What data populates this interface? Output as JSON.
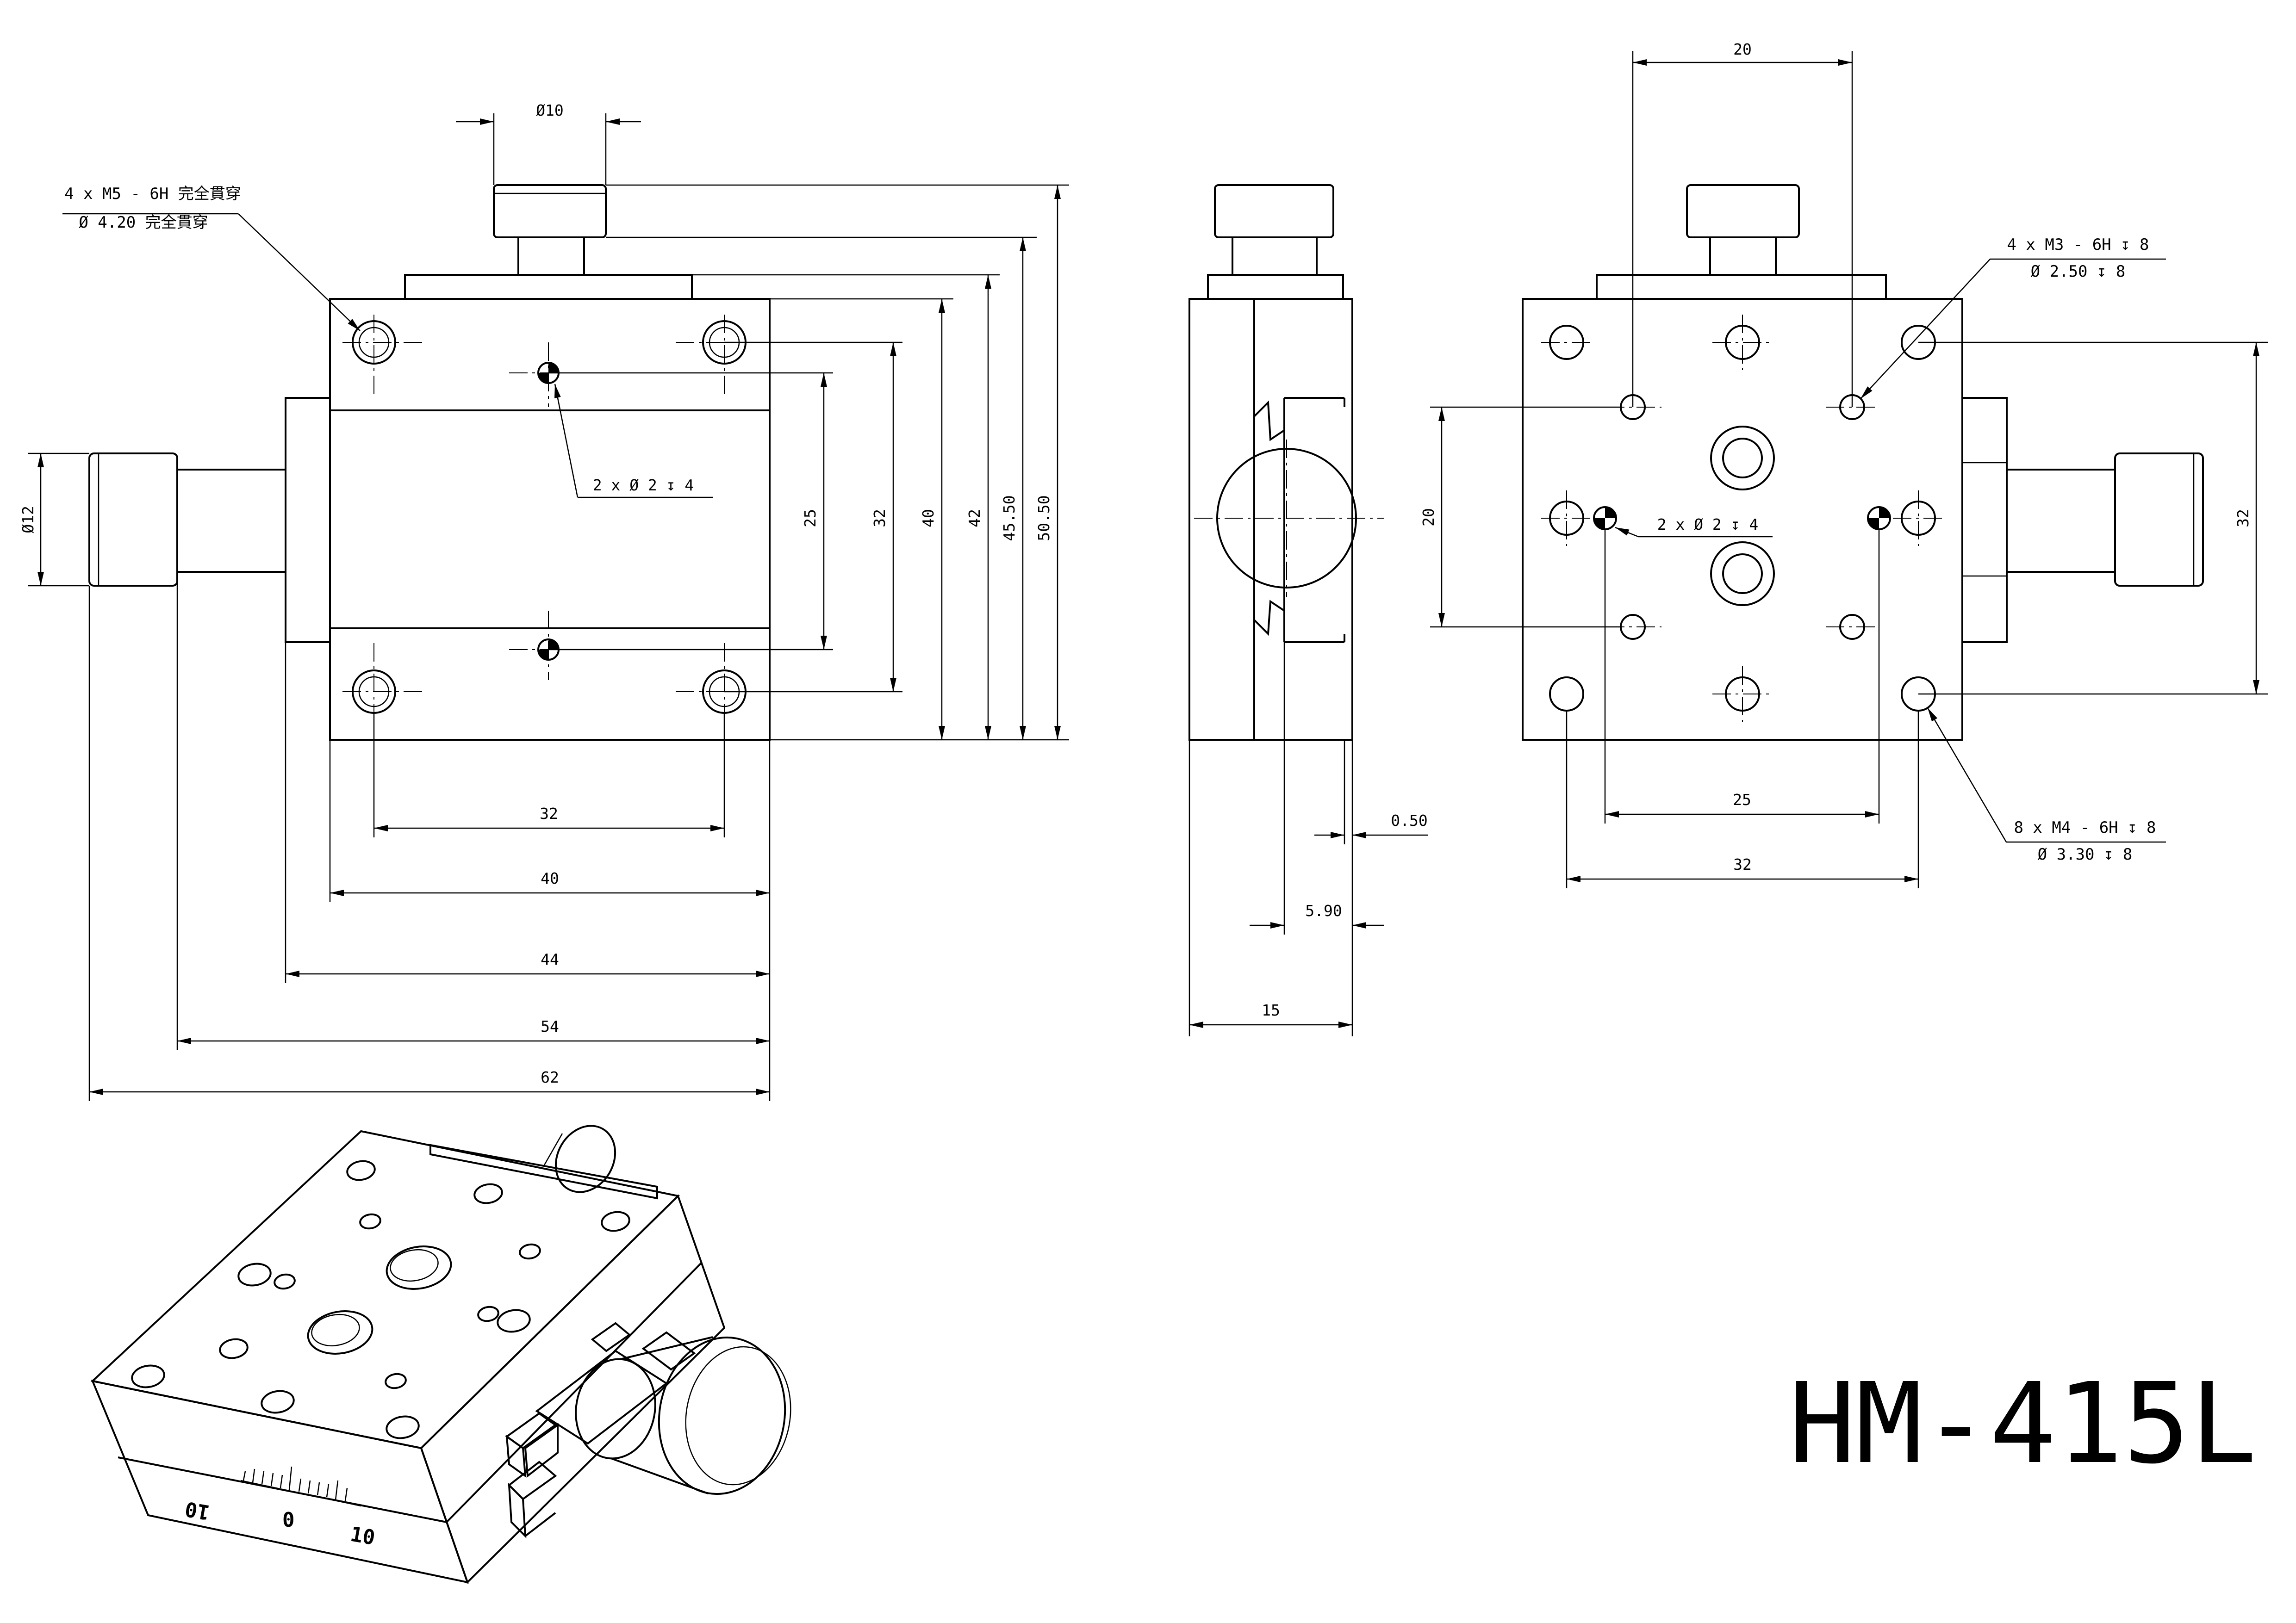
{
  "model": "HM-415L",
  "front_view": {
    "shaft_diameter": "Ø10",
    "knob_diameter": "Ø12",
    "pins_callout": "2 x Ø 2 ↧ 4",
    "thru_callout_1": "4 x  M5 - 6H 完全貫穿",
    "thru_callout_2": "Ø 4.20 完全貫穿",
    "vertical_dims": [
      "25",
      "32",
      "40",
      "42",
      "45.50",
      "50.50"
    ],
    "horizontal_dims": [
      "32",
      "40",
      "44",
      "54",
      "62"
    ]
  },
  "side_view": {
    "dims": [
      "0.50",
      "5.90",
      "15"
    ]
  },
  "top_view": {
    "top_width": "20",
    "left_height": "20",
    "right_height": "32",
    "bottom_inner": "25",
    "bottom_outer": "32",
    "m3_callout_1": "4 x  M3 - 6H ↧ 8",
    "m3_callout_2": "Ø 2.50 ↧ 8",
    "m4_callout_1": "8 x  M4 - 6H ↧ 8",
    "m4_callout_2": "Ø 3.30 ↧ 8",
    "pins_callout": "2 x Ø 2 ↧ 4"
  },
  "scale_labels": [
    "10",
    "0",
    "10"
  ]
}
